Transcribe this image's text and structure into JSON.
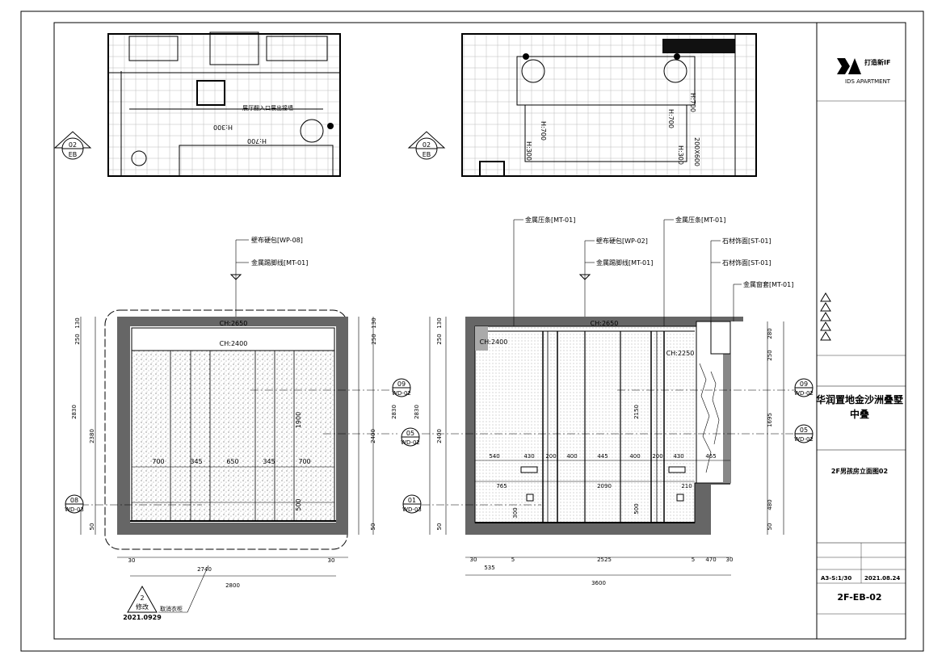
{
  "sheet": {
    "project_title_line1": "华润置地金沙洲叠墅",
    "project_title_line2": "中叠",
    "drawing_title": "2F男孩房立面图02",
    "drawing_number": "2F-EB-02",
    "scale": "A3-S:1/30",
    "date": "2021.08.24",
    "company_cn": "打造新IF",
    "company_en": "IDS APARTMENT"
  },
  "revision": {
    "number": "2",
    "label": "修改",
    "date": "2021.0929",
    "note": "取消衣柜"
  },
  "plan_left": {
    "marker_num": "02",
    "marker_sheet": "EB",
    "label_floor": "H:700",
    "label_floor2": "H:300",
    "label_band": "展厅翻入口展出接墙"
  },
  "plan_right": {
    "marker_num": "02",
    "marker_sheet": "EB",
    "labels": [
      "H:700",
      "H:300",
      "H:700",
      "H:700",
      "H:300",
      "200X600"
    ]
  },
  "elev_left": {
    "callouts": [
      "壁布硬包[WP-08]",
      "金属踢脚线[MT-01]"
    ],
    "ch_outer": "CH:2650",
    "ch_inner": "CH:2400",
    "panel_widths": [
      "700",
      "345",
      "650",
      "345",
      "700"
    ],
    "dim_height_inner": "1900",
    "dim_lower": "500",
    "dim_left": [
      "250",
      "130",
      "2830",
      "2380",
      "50"
    ],
    "dim_right": [
      "250",
      "130",
      "2830",
      "2400",
      "50"
    ],
    "dim_bottom_sides": [
      "30",
      "30"
    ],
    "dim_bottom_inner": "2740",
    "dim_bottom_outer": "2800",
    "section_markers": [
      {
        "num": "09",
        "sheet": "WD-02"
      },
      {
        "num": "05",
        "sheet": "WD-02"
      },
      {
        "num": "08",
        "sheet": "WD-03"
      }
    ]
  },
  "elev_right": {
    "callouts_left": [
      "金属压条[MT-01]",
      "壁布硬包[WP-02]",
      "金属踢脚线[MT-01]"
    ],
    "callouts_right": [
      "金属压条[MT-01]",
      "石材饰面[ST-01]",
      "石材饰面[ST-01]",
      "金属窗套[MT-01]"
    ],
    "ch_outer": "CH:2650",
    "ch_inner": "CH:2400",
    "ch_window": "CH:2250",
    "panel_widths": [
      "540",
      "430",
      "200",
      "400",
      "445",
      "400",
      "200",
      "430",
      "465"
    ],
    "dim_row2": [
      "765",
      "2090",
      "210"
    ],
    "dim_height_inner": "2150",
    "dim_lower": "500",
    "dim_small": "300",
    "dim_left": [
      "250",
      "130",
      "2830",
      "2400",
      "50"
    ],
    "dim_right": [
      "280",
      "250",
      "1695",
      "480",
      "50"
    ],
    "dim_bottom_a": [
      "30",
      "5",
      "2525",
      "5",
      "470",
      "30"
    ],
    "dim_bottom_b": "535",
    "dim_bottom_total": "3600",
    "section_markers": [
      {
        "num": "09",
        "sheet": "WD-02"
      },
      {
        "num": "05",
        "sheet": "WD-02"
      },
      {
        "num": "01",
        "sheet": "WD-03"
      }
    ]
  }
}
